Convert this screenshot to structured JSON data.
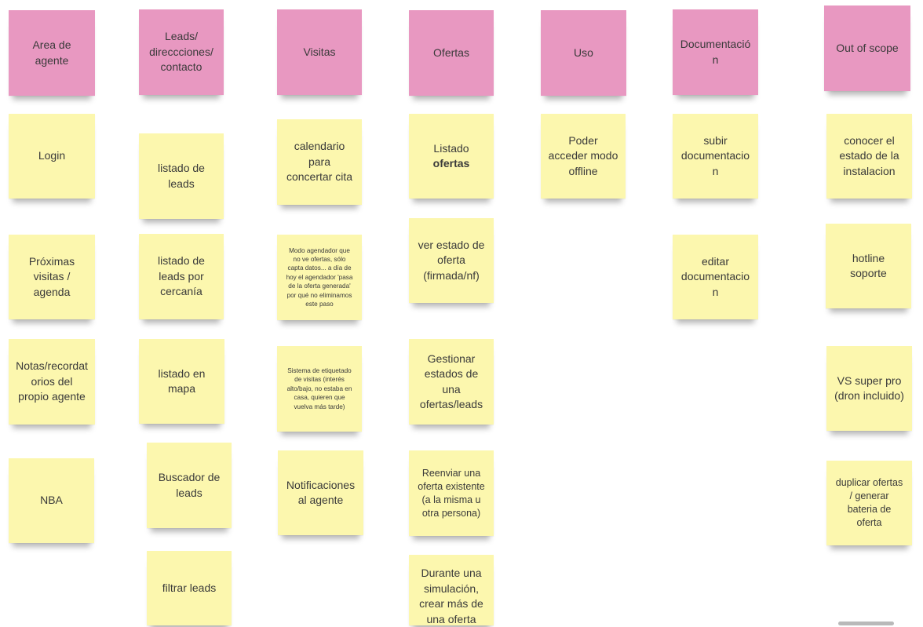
{
  "columns": {
    "area_agente": {
      "header": "Area de agente",
      "notes": [
        "Login",
        "Próximas visitas / agenda",
        "Notas/recordatorios del propio agente",
        "NBA"
      ]
    },
    "leads": {
      "header": "Leads/ direccciones/ contacto",
      "notes": [
        "listado de leads",
        "listado de leads por cercanía",
        "listado en mapa",
        "Buscador de leads",
        "filtrar leads"
      ]
    },
    "visitas": {
      "header": "Visitas",
      "notes": [
        "calendario para concertar cita",
        "Modo agendador que no ve ofertas, sólo capta datos... a día de hoy el agendador 'pasa de la oferta generada' por qué no eliminamos este paso",
        "Sistema de etiquetado de visitas (interés alto/bajo, no estaba en casa, quieren que vuelva más tarde)",
        "Notificaciones al agente"
      ]
    },
    "ofertas": {
      "header": "Ofertas",
      "listado_prefix": "Listado",
      "listado_bold": "ofertas",
      "notes": [
        "ver estado de oferta (firmada/nf)",
        "Gestionar estados de una ofertas/leads",
        "Reenviar una oferta existente (a la misma u otra persona)",
        "Durante una simulación, crear más de una oferta"
      ]
    },
    "uso": {
      "header": "Uso",
      "notes": [
        "Poder acceder modo offline"
      ]
    },
    "documentacion": {
      "header": "Documentación",
      "notes": [
        "subir documentacion",
        "editar documentacion"
      ]
    },
    "out_of_scope": {
      "header": "Out of scope",
      "notes": [
        "conocer el estado de la instalacion",
        "hotline soporte",
        "VS super pro (dron incluido)",
        "duplicar ofertas / generar bateria de oferta"
      ]
    }
  },
  "colors": {
    "header_note": "#e898c1",
    "yellow_note": "#fcf7ae",
    "background": "#ffffff"
  }
}
